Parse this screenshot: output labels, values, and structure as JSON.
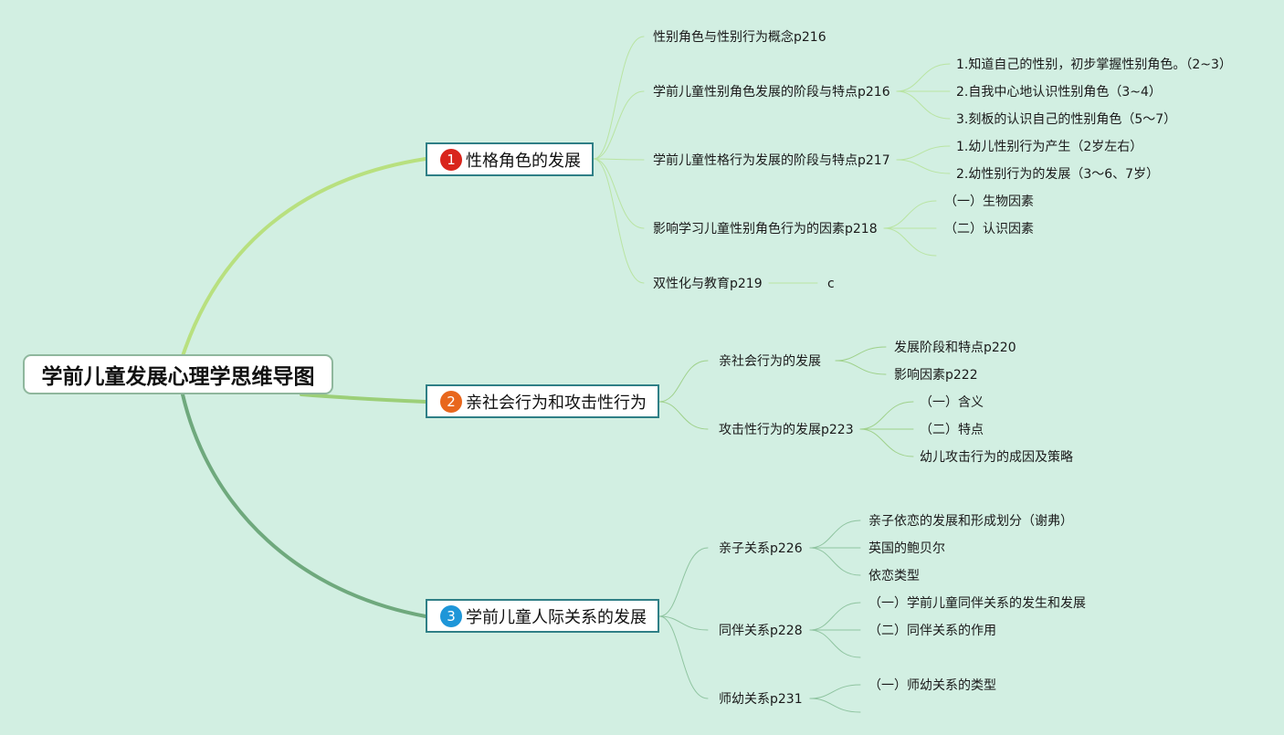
{
  "root": "学前儿童发展心理学思维导图",
  "branches": [
    {
      "number": "1",
      "label": "性格角色的发展",
      "badge_color": "#d9251c",
      "line_color": "#b8e07f",
      "children": [
        {
          "label": "性别角色与性别行为概念p216",
          "children": []
        },
        {
          "label": "学前儿童性别角色发展的阶段与特点p216",
          "children": [
            "1.知道自己的性别，初步掌握性别角色。（2~3）",
            "2.自我中心地认识性别角色（3~4）",
            "3.刻板的认识自己的性别角色（5〜7）"
          ]
        },
        {
          "label": "学前儿童性格行为发展的阶段与特点p217",
          "children": [
            "1.幼儿性别行为产生（2岁左右）",
            "2.幼性别行为的发展（3〜6、7岁）"
          ]
        },
        {
          "label": "影响学习儿童性别角色行为的因素p218",
          "children": [
            "（一）生物因素",
            "（二）认识因素",
            ""
          ]
        },
        {
          "label": "双性化与教育p219",
          "children": [
            "c"
          ]
        }
      ]
    },
    {
      "number": "2",
      "label": "亲社会行为和攻击性行为",
      "badge_color": "#e8671d",
      "line_color": "#9ccf78",
      "children": [
        {
          "label": "亲社会行为的发展",
          "children": [
            "发展阶段和特点p220",
            "影响因素p222"
          ]
        },
        {
          "label": "攻击性行为的发展p223",
          "children": [
            "（一）含义",
            "（二）特点",
            "幼儿攻击行为的成因及策略"
          ]
        }
      ]
    },
    {
      "number": "3",
      "label": "学前儿童人际关系的发展",
      "badge_color": "#1e96d8",
      "line_color": "#6fa97d",
      "children": [
        {
          "label": "亲子关系p226",
          "children": [
            "亲子依恋的发展和形成划分（谢弗）",
            "英国的鲍贝尔",
            "依恋类型"
          ]
        },
        {
          "label": "同伴关系p228",
          "children": [
            "（一）学前儿童同伴关系的发生和发展",
            "（二）同伴关系的作用",
            ""
          ]
        },
        {
          "label": "师幼关系p231",
          "children": [
            "（一）师幼关系的类型",
            ""
          ]
        }
      ]
    }
  ]
}
